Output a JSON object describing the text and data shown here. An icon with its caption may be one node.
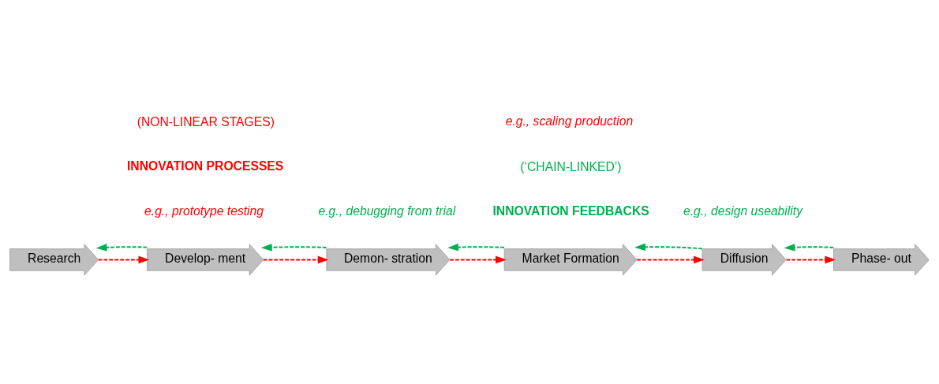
{
  "diagram": {
    "nodes": [
      {
        "text": [
          "Research"
        ]
      },
      {
        "text": [
          "Develop- ment"
        ]
      },
      {
        "text": [
          "Demon- stration"
        ]
      },
      {
        "text": [
          "Market Formation"
        ]
      },
      {
        "text": [
          "Diffusion"
        ]
      },
      {
        "text": [
          "Phase- out"
        ]
      }
    ],
    "edges": [
      {
        "from": 0,
        "to": 1,
        "arrow": "to",
        "style": "dashed",
        "color": "#ff0000"
      },
      {
        "from": 1,
        "to": 2,
        "arrow": "to",
        "style": "dashed",
        "color": "#ff0000"
      },
      {
        "from": 2,
        "to": 3,
        "arrow": "to",
        "style": "dashed",
        "color": "#ff0000"
      },
      {
        "from": 3,
        "to": 4,
        "arrow": "to",
        "style": "dashed",
        "color": "#ff0000"
      },
      {
        "from": 4,
        "to": 5,
        "arrow": "to",
        "style": "dashed",
        "color": "#ff0000"
      },
      {
        "from": 1,
        "to": 0,
        "arrow": "to",
        "style": "dashed",
        "color": "#00b050"
      },
      {
        "from": 2,
        "to": 1,
        "arrow": "to",
        "style": "dashed",
        "color": "#00b050"
      },
      {
        "from": 3,
        "to": 2,
        "arrow": "to",
        "style": "dashed",
        "color": "#00b050"
      },
      {
        "from": 4,
        "to": 3,
        "arrow": "to",
        "style": "dashed",
        "color": "#00b050"
      },
      {
        "from": 5,
        "to": 4,
        "arrow": "to",
        "style": "dashed",
        "color": "#00b050"
      }
    ],
    "labels": [
      "e.g., debugging from trial",
      "INNOVATION FEEDBACKS",
      "(‘CHAIN-LINKED’)",
      "e.g., design useability",
      "e.g., prototype testing",
      "e.g., scaling production",
      "INNOVATION PROCESSES",
      "(NON-LINEAR STAGES)"
    ]
  }
}
